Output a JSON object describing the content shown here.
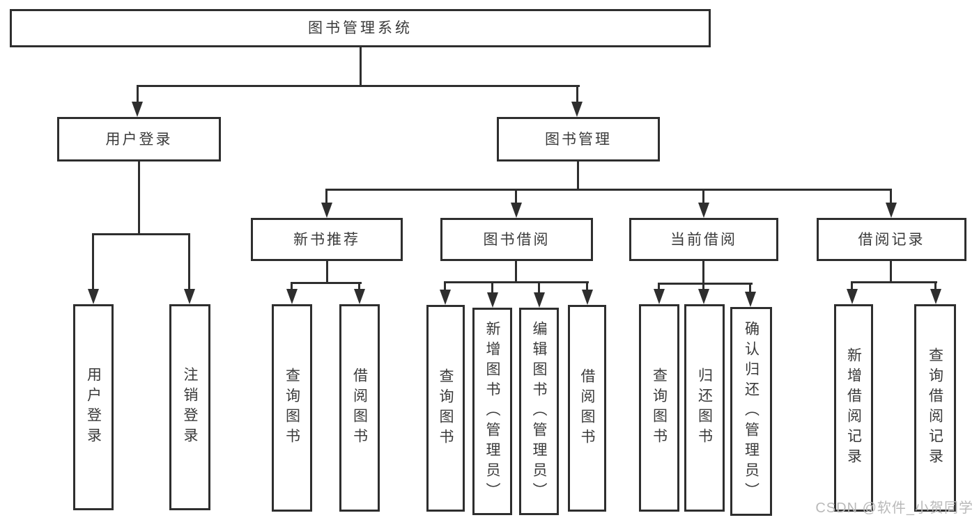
{
  "diagram": {
    "title": "图书管理系统",
    "colors": {
      "line": "#2e2e2e",
      "text": "#3a3a3a",
      "background": "#ffffff",
      "watermark": "#b9b9b9"
    },
    "root": {
      "label": "图书管理系统"
    },
    "level2": [
      {
        "label": "用户登录"
      },
      {
        "label": "图书管理"
      }
    ],
    "level3": [
      {
        "label": "新书推荐"
      },
      {
        "label": "图书借阅"
      },
      {
        "label": "当前借阅"
      },
      {
        "label": "借阅记录"
      }
    ],
    "leaves": {
      "user_login": [
        {
          "label": "用户登录"
        },
        {
          "label": "注销登录"
        }
      ],
      "new_book": [
        {
          "label": "查询图书"
        },
        {
          "label": "借阅图书"
        }
      ],
      "book_borrow": [
        {
          "label": "查询图书"
        },
        {
          "label": "新增图书（管理员）"
        },
        {
          "label": "编辑图书（管理员）"
        },
        {
          "label": "借阅图书"
        }
      ],
      "current_borrow": [
        {
          "label": "查询图书"
        },
        {
          "label": "归还图书"
        },
        {
          "label": "确认归还（管理员）"
        }
      ],
      "borrow_record": [
        {
          "label": "新增借阅记录"
        },
        {
          "label": "查询借阅记录"
        }
      ]
    },
    "watermark": "CSDN @软件_小贺同学"
  }
}
